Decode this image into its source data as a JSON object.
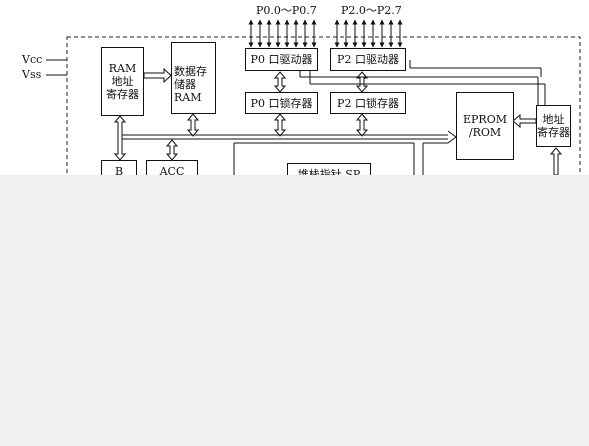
{
  "labels": {
    "vcc": "Vcc",
    "vss": "Vss",
    "p0_bus": "P0.0～P0.7",
    "p2_bus": "P2.0～P2.7"
  },
  "blocks": {
    "ram_addr_reg": "RAM\n地址\n寄存器",
    "data_memory": "数据存\n储器\nRAM",
    "p0_driver": "P0 口驱动器",
    "p2_driver": "P2 口驱动器",
    "p0_latch": "P0 口锁存器",
    "p2_latch": "P2 口锁存器",
    "eprom": "EPROM\n/ROM",
    "addr_reg": "地址\n寄存器",
    "b_reg": "B",
    "acc": "ACC",
    "stack_pointer": "堆栈指针 SP"
  }
}
